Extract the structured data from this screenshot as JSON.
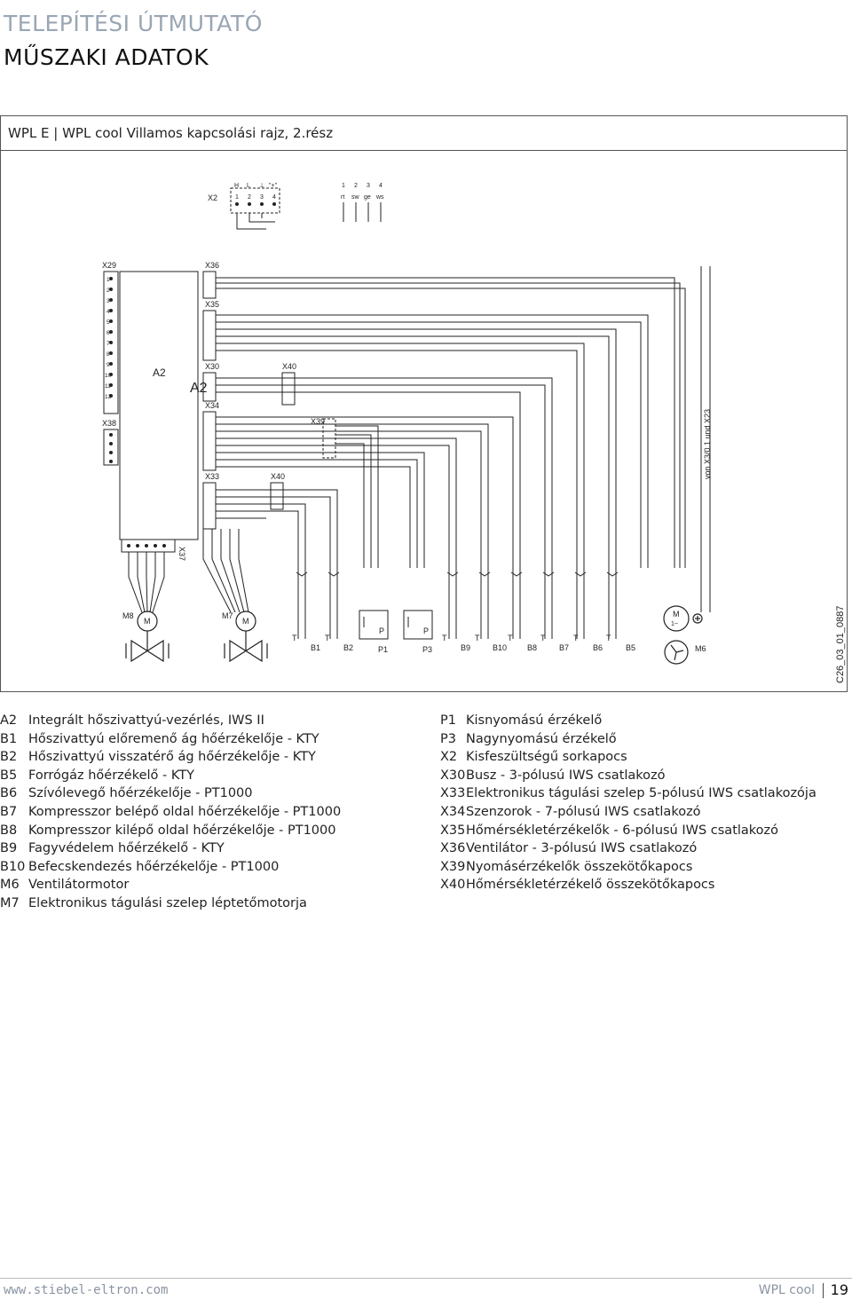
{
  "header": {
    "line1": "TELEPÍTÉSI ÚTMUTATÓ",
    "line2": "MŰSZAKI ADATOK"
  },
  "figure": {
    "title": "WPL E | WPL cool Villamos kapcsolási rajz, 2.rész",
    "drawing_id": "C26_03_01_0887",
    "note": "von X3/0.1 und X23",
    "connectors": {
      "x2": "X2",
      "x29": "X29",
      "x36": "X36",
      "x35": "X35",
      "x30": "X30",
      "x34": "X34",
      "x33": "X33",
      "x40a": "X40",
      "x40b": "X40",
      "x39": "X39",
      "x38": "X38",
      "x37": "X37"
    },
    "x2_pins_top": [
      "H",
      "L",
      "⊥",
      "\"+\""
    ],
    "x2_pins_num": [
      "1",
      "2",
      "3",
      "4"
    ],
    "x2_pins_num2": [
      "1",
      "2",
      "3",
      "4"
    ],
    "x2_wires": [
      "rt",
      "sw",
      "ge",
      "ws"
    ],
    "x29_pins": [
      "1",
      "2",
      "3",
      "4",
      "5",
      "6",
      "7",
      "8",
      "9",
      "10",
      "11",
      "12"
    ],
    "board_label": "A2",
    "board_label2": "A2",
    "motors": {
      "m8": "M8",
      "m7": "M7",
      "m8_symbol": "M",
      "m7_symbol": "M",
      "m6_symbol": "M",
      "m6_phase": "1~",
      "m6": "M6"
    },
    "sensors": [
      "B1",
      "B2",
      "P1",
      "P3",
      "B9",
      "B10",
      "B8",
      "B7",
      "B6",
      "B5"
    ],
    "sensor_t": "T",
    "sensor_p": "P"
  },
  "legend_left": [
    {
      "code": "A2",
      "text": "Integrált hőszivattyú-vezérlés, IWS II"
    },
    {
      "code": "B1",
      "text": "Hőszivattyú előremenő ág hőérzékelője - KTY"
    },
    {
      "code": "B2",
      "text": "Hőszivattyú visszatérő ág hőérzékelője - KTY"
    },
    {
      "code": "B5",
      "text": "Forrógáz hőérzékelő - KTY"
    },
    {
      "code": "B6",
      "text": "Szívólevegő hőérzékelője - PT1000"
    },
    {
      "code": "B7",
      "text": "Kompresszor belépő oldal hőérzékelője - PT1000"
    },
    {
      "code": "B8",
      "text": "Kompresszor kilépő oldal hőérzékelője - PT1000"
    },
    {
      "code": "B9",
      "text": "Fagyvédelem hőérzékelő - KTY"
    },
    {
      "code": "B10",
      "text": "Befecskendezés hőérzékelője - PT1000"
    },
    {
      "code": "M6",
      "text": "Ventilátormotor"
    },
    {
      "code": "M7",
      "text": "Elektronikus tágulási szelep léptetőmotorja"
    }
  ],
  "legend_right": [
    {
      "code": "P1",
      "text": "Kisnyomású érzékelő"
    },
    {
      "code": "P3",
      "text": "Nagynyomású érzékelő"
    },
    {
      "code": "X2",
      "text": "Kisfeszültségű sorkapocs"
    },
    {
      "code": "X30",
      "text": "Busz - 3-pólusú IWS csatlakozó"
    },
    {
      "code": "X33",
      "text": "Elektronikus tágulási szelep 5-pólusú IWS csatlakozója"
    },
    {
      "code": "X34",
      "text": "Szenzorok - 7-pólusú IWS csatlakozó"
    },
    {
      "code": "X35",
      "text": "Hőmérsékletérzékelők - 6-pólusú IWS csatlakozó"
    },
    {
      "code": "X36",
      "text": "Ventilátor - 3-pólusú IWS csatlakozó"
    },
    {
      "code": "X39",
      "text": "Nyomásérzékelők összekötőkapocs"
    },
    {
      "code": "X40",
      "text": "Hőmérsékletérzékelő összekötőkapocs"
    }
  ],
  "footer": {
    "url": "www.stiebel-eltron.com",
    "brand": "WPL cool",
    "page": "19"
  }
}
